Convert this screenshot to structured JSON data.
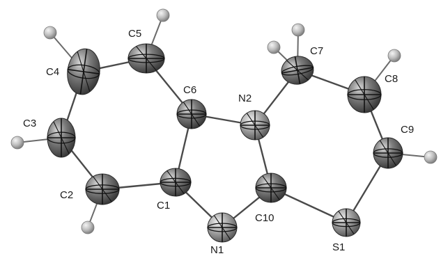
{
  "figure": {
    "atoms": [
      {
        "id": "C1",
        "element": "C",
        "label": "C1"
      },
      {
        "id": "C2",
        "element": "C",
        "label": "C2"
      },
      {
        "id": "C3",
        "element": "C",
        "label": "C3"
      },
      {
        "id": "C4",
        "element": "C",
        "label": "C4"
      },
      {
        "id": "C5",
        "element": "C",
        "label": "C5"
      },
      {
        "id": "C6",
        "element": "C",
        "label": "C6"
      },
      {
        "id": "C7",
        "element": "C",
        "label": "C7"
      },
      {
        "id": "C8",
        "element": "C",
        "label": "C8"
      },
      {
        "id": "C9",
        "element": "C",
        "label": "C9"
      },
      {
        "id": "C10",
        "element": "C",
        "label": "C10"
      },
      {
        "id": "N1",
        "element": "N",
        "label": "N1"
      },
      {
        "id": "N2",
        "element": "N",
        "label": "N2"
      },
      {
        "id": "S1",
        "element": "S",
        "label": "S1"
      }
    ],
    "bonds": [
      [
        "C1",
        "C2"
      ],
      [
        "C2",
        "C3"
      ],
      [
        "C3",
        "C4"
      ],
      [
        "C4",
        "C5"
      ],
      [
        "C5",
        "C6"
      ],
      [
        "C6",
        "C1"
      ],
      [
        "C6",
        "N2"
      ],
      [
        "C1",
        "N1"
      ],
      [
        "N1",
        "C10"
      ],
      [
        "C10",
        "N2"
      ],
      [
        "N2",
        "C7"
      ],
      [
        "C7",
        "C8"
      ],
      [
        "C8",
        "C9"
      ],
      [
        "C9",
        "S1"
      ],
      [
        "S1",
        "C10"
      ]
    ],
    "hydrogen_bonds": [
      [
        "C2",
        0
      ],
      [
        "C3",
        0
      ],
      [
        "C4",
        0
      ],
      [
        "C5",
        0
      ],
      [
        "C7",
        0
      ],
      [
        "C7",
        1
      ],
      [
        "C8",
        0
      ],
      [
        "C9",
        0
      ]
    ],
    "colors": {
      "carbon": "#6f6f6f",
      "nitrogen": "#9a9a9a",
      "sulfur": "#8e8e8e",
      "hydrogen": "#bdbdbd",
      "bond": "#4a4a4a"
    }
  }
}
